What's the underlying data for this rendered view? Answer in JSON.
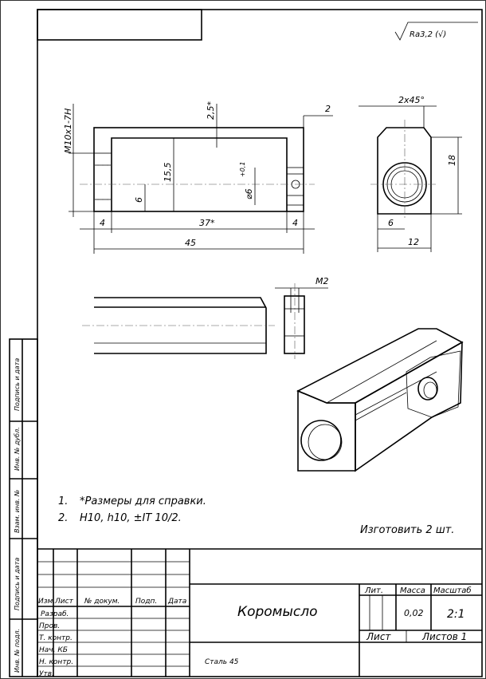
{
  "roughness": "Ra3,2 (√)",
  "dimensions": {
    "thread": "M10x1-7H",
    "wall": "2,5*",
    "right_step": "2",
    "height": "15,5",
    "hole_offset": "6",
    "hole_diam": "⌀6",
    "hole_tol": "+0,1",
    "left_end": "4",
    "inner_len": "37*",
    "right_end": "4",
    "overall_len": "45",
    "chamfer": "2x45°",
    "side_height": "18",
    "side_center": "6",
    "side_width": "12",
    "thread_m2": "M2"
  },
  "notes": {
    "n1_num": "1.",
    "n1": "*Размеры для справки.",
    "n2_num": "2.",
    "n2": "H10, h10, ±IT 10/2.",
    "quantity": "Изготовить 2 шт."
  },
  "side_stamps": [
    "Подпись и дата",
    "Инв. № дубл.",
    "Взам. инв. №",
    "Подпись и дата",
    "Инв. № подл."
  ],
  "title_block": {
    "col_izm": "Изм.",
    "col_list": "Лист",
    "col_doc": "№ докум.",
    "col_sign": "Подп.",
    "col_date": "Дата",
    "rows": [
      "Разраб.",
      "Пров.",
      "Т. контр.",
      "Нач. КБ",
      "Н. контр.",
      "Утв."
    ],
    "part_name": "Коромысло",
    "material": "Сталь 45",
    "lit": "Лит.",
    "mass_label": "Масса",
    "scale_label": "Масштаб",
    "mass": "0,02",
    "scale": "2:1",
    "sheet": "Лист",
    "sheets": "Листов 1"
  }
}
